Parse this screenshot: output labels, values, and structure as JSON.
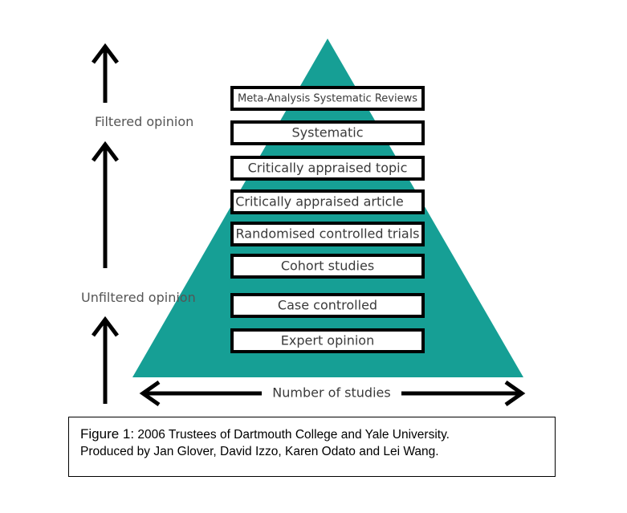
{
  "pyramid": {
    "color": "#169f95",
    "levels": [
      "Meta-Analysis Systematic Reviews",
      "Systematic",
      "Critically appraised topic",
      "Critically appraised article",
      "Randomised controlled trials",
      "Cohort studies",
      "Case controlled",
      "Expert opinion"
    ]
  },
  "side_labels": {
    "filtered": "Filtered opinion",
    "unfiltered": "Unfiltered opinion"
  },
  "axis": {
    "label": "Number of studies"
  },
  "caption": {
    "lead": "Figure 1:",
    "line1": "2006 Trustees of Dartmouth College and Yale University.",
    "line2": "Produced by Jan Glover, David Izzo, Karen Odato and Lei Wang."
  }
}
